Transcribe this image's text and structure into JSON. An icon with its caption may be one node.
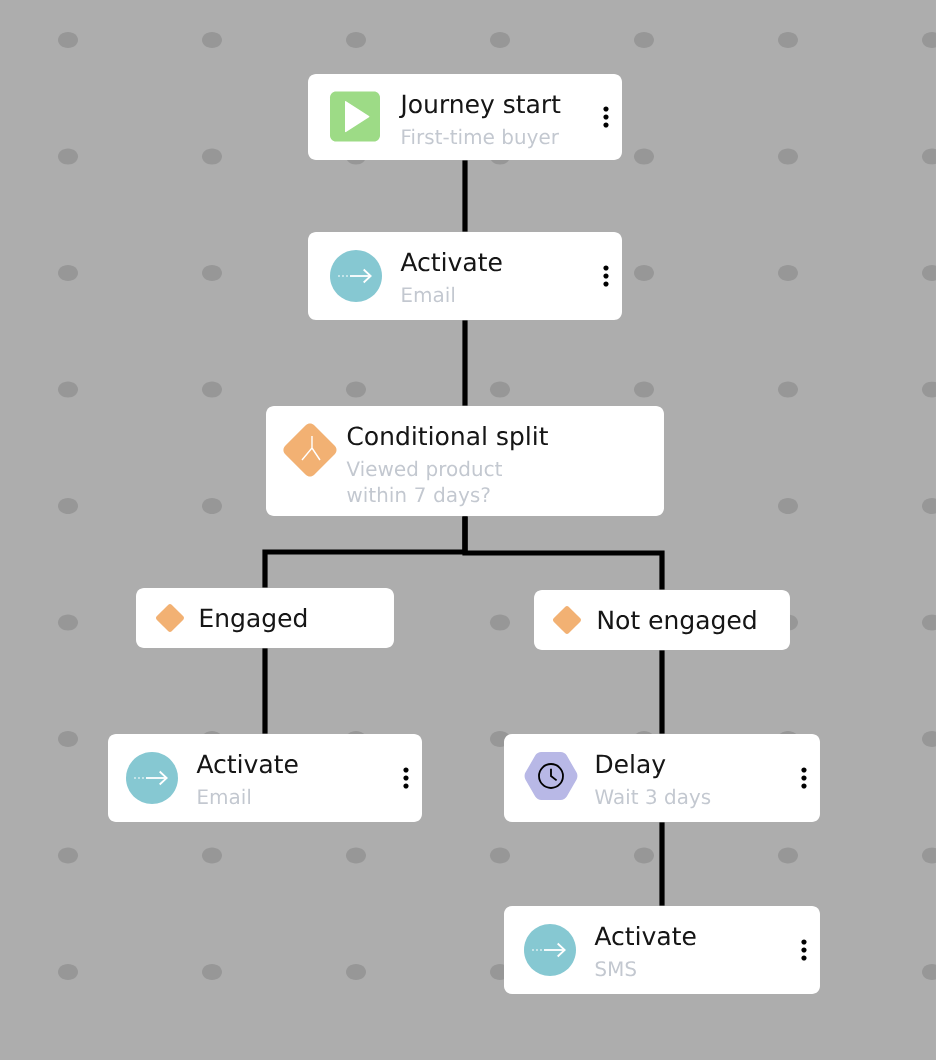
{
  "diagram": {
    "nodes": [
      {
        "text": [
          "Journey start",
          "First-time buyer"
        ]
      },
      {
        "text": [
          "Activate",
          "Email"
        ]
      },
      {
        "text": [
          "Conditional split",
          "Viewed product within 7 days?"
        ]
      },
      {
        "text": [
          "Engaged"
        ]
      },
      {
        "text": [
          "Not engaged"
        ]
      },
      {
        "text": [
          "Activate",
          "Email"
        ]
      },
      {
        "text": [
          "Delay",
          "Wait 3 days"
        ]
      },
      {
        "text": [
          "Activate",
          "SMS"
        ]
      }
    ],
    "edges": [
      {
        "from": 0,
        "to": 1,
        "arrow": "none"
      },
      {
        "from": 1,
        "to": 2,
        "arrow": "none"
      },
      {
        "from": 2,
        "to": 3,
        "arrow": "none"
      },
      {
        "from": 2,
        "to": 4,
        "arrow": "none"
      },
      {
        "from": 3,
        "to": 5,
        "arrow": "none"
      },
      {
        "from": 4,
        "to": 6,
        "arrow": "none"
      },
      {
        "from": 6,
        "to": 7,
        "arrow": "none"
      }
    ]
  }
}
